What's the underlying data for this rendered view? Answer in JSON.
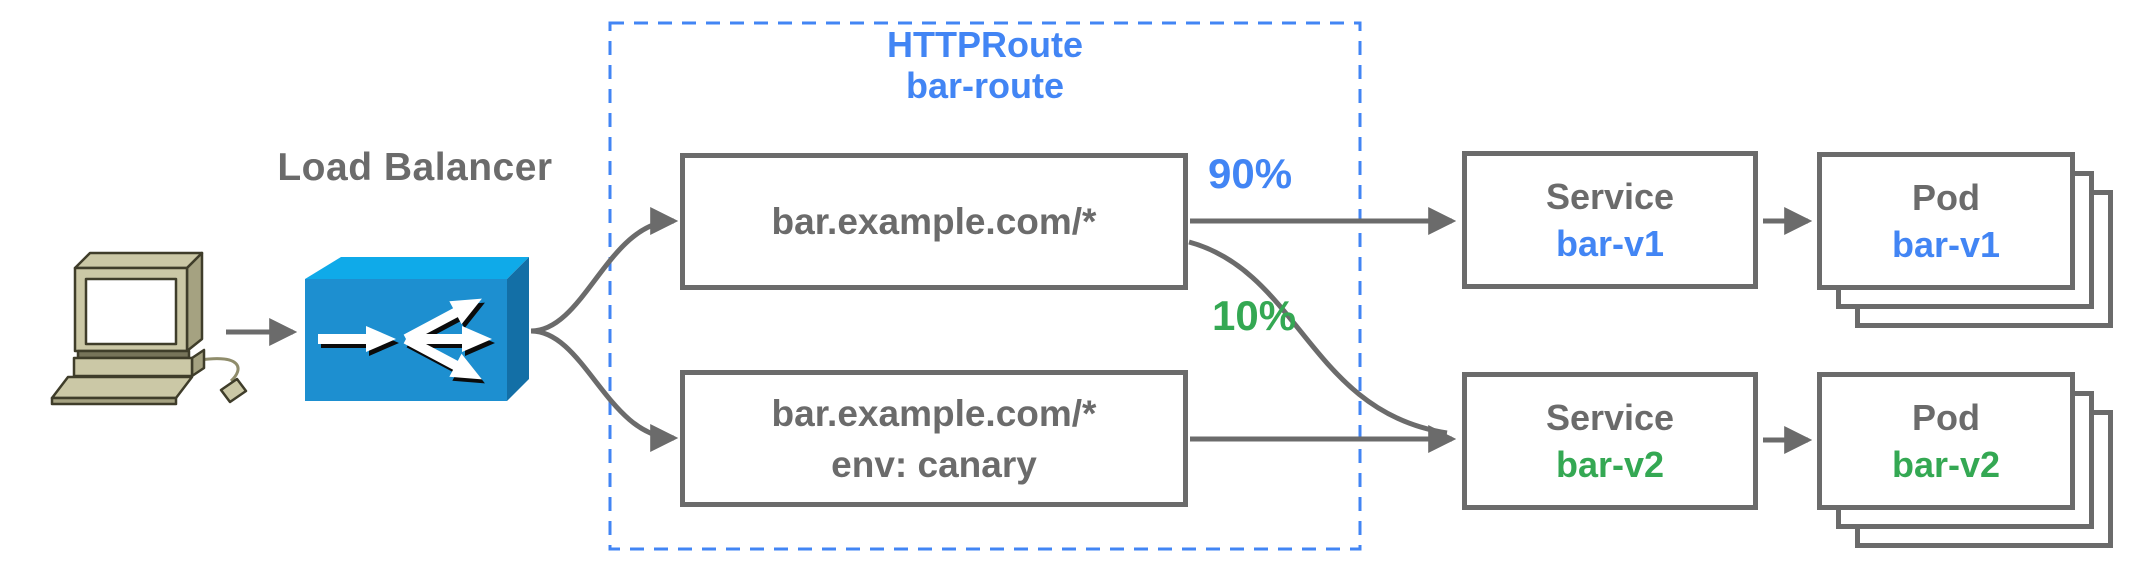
{
  "colors": {
    "blue": "#4285F4",
    "green": "#34A853",
    "gray": "#6B6B6B",
    "lb_top": "#0FAAE9",
    "lb_front": "#1D8FD0",
    "lb_side": "#136FA6"
  },
  "labels": {
    "load_balancer": "Load Balancer"
  },
  "httproute": {
    "kind": "HTTPRoute",
    "name": "bar-route",
    "matches": [
      {
        "host_path": "bar.example.com/*"
      },
      {
        "host_path": "bar.example.com/*",
        "header": "env: canary"
      }
    ]
  },
  "weights": {
    "v1": "90%",
    "v2": "10%"
  },
  "services": [
    {
      "kind": "Service",
      "name": "bar-v1"
    },
    {
      "kind": "Service",
      "name": "bar-v2"
    }
  ],
  "pods": [
    {
      "kind": "Pod",
      "name": "bar-v1"
    },
    {
      "kind": "Pod",
      "name": "bar-v2"
    }
  ],
  "icons": {
    "client": "computer-icon",
    "load_balancer": "load-balancer-icon"
  }
}
